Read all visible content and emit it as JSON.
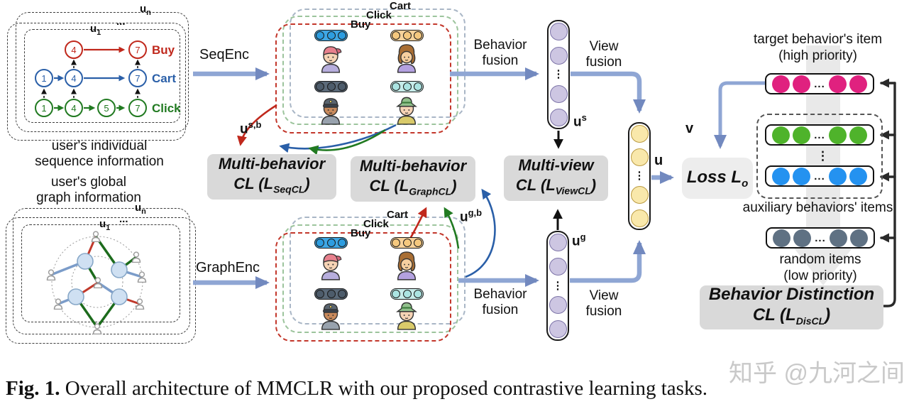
{
  "colors": {
    "accent_arrow": "#8fa6d4",
    "buy": "#c0281c",
    "cart": "#2a5fa8",
    "click": "#217a21",
    "target_pink": "#e0217f",
    "aux_green": "#4fb32b",
    "aux_blue": "#2492f0",
    "random_gray": "#5f7183",
    "view_purple": "#cdc6e2",
    "fused_yellow": "#f9e8ab",
    "cl_box_gray": "#d9d9d9"
  },
  "left_top": {
    "u_n_base": "u",
    "u_n_sub": "n",
    "dots": "...",
    "u_1_base": "u",
    "u_1_sub": "1",
    "caption_line1": "user's individual",
    "caption_line2": "sequence information",
    "sequences": [
      {
        "label": "Buy",
        "nodes": [
          "4",
          "7"
        ]
      },
      {
        "label": "Cart",
        "nodes": [
          "1",
          "4",
          "7"
        ]
      },
      {
        "label": "Click",
        "nodes": [
          "1",
          "4",
          "5",
          "7"
        ]
      }
    ]
  },
  "left_bottom": {
    "caption_line1": "user's global",
    "caption_line2": "graph information",
    "u_n_base": "u",
    "u_n_sub": "n",
    "dots": "...",
    "u_1_base": "u",
    "u_1_sub": "1"
  },
  "encoders": {
    "seq": "SeqEnc",
    "graph": "GraphEnc"
  },
  "panels": {
    "cart": "Cart",
    "click": "Click",
    "buy": "Buy"
  },
  "fusion": {
    "behavior_line1": "Behavior",
    "behavior_line2": "fusion",
    "view_line1": "View",
    "view_line2": "fusion"
  },
  "embeddings": {
    "u_sb_base": "u",
    "u_sb_sup": "s,b",
    "u_gb_base": "u",
    "u_gb_sup": "g,b",
    "u_s_base": "u",
    "u_s_sup": "s",
    "u_g_base": "u",
    "u_g_sup": "g",
    "u": "u",
    "v": "v",
    "col_dots": "⋮"
  },
  "cl_boxes": {
    "seq": {
      "line1": "Multi-behavior",
      "line2_pre": "CL (L",
      "sub": "SeqCL",
      "line2_post": ")"
    },
    "graph": {
      "line1": "Multi-behavior",
      "line2_pre": "CL (L",
      "sub": "GraphCL",
      "line2_post": ")"
    },
    "view": {
      "line1": "Multi-view",
      "line2_pre": "CL (L",
      "sub": "ViewCL",
      "line2_post": ")"
    },
    "dis": {
      "line1": "Behavior Distinction",
      "line2_pre": "CL (L",
      "sub": "DisCL",
      "line2_post": ")"
    },
    "loss_pre": "Loss L",
    "loss_sub": "o"
  },
  "right": {
    "target_line1": "target behavior's item",
    "target_line2": "(high priority)",
    "aux_label": "auxiliary behaviors' items",
    "random_line1": "random items",
    "random_line2": "(low priority)",
    "row_dots": "...",
    "mid_dots": "⋮"
  },
  "caption": {
    "label": "Fig. 1.",
    "text": "Overall architecture of MMCLR with our proposed contrastive learning tasks."
  },
  "watermark": "知乎 @九河之间"
}
